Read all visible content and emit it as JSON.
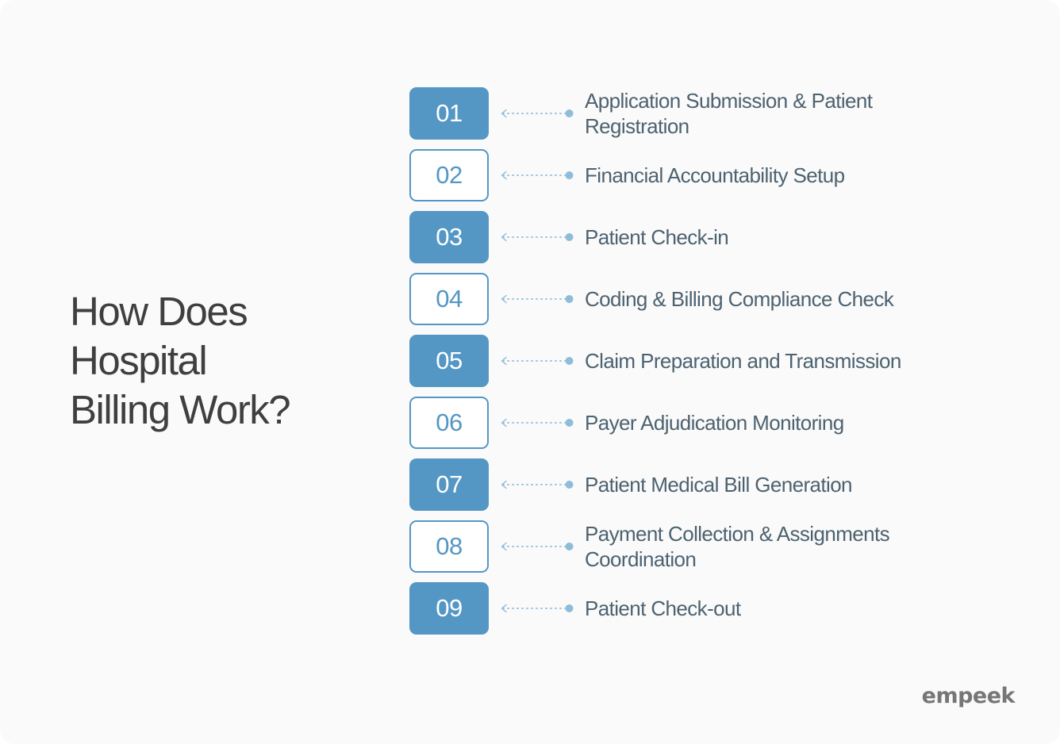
{
  "title": {
    "line1": "How Does",
    "line2": "Hospital",
    "line3": "Billing Work?"
  },
  "steps": [
    {
      "number": "01",
      "label": "Application Submission & Patient Registration",
      "style": "filled"
    },
    {
      "number": "02",
      "label": "Financial Accountability Setup",
      "style": "outline"
    },
    {
      "number": "03",
      "label": "Patient Check-in",
      "style": "filled"
    },
    {
      "number": "04",
      "label": "Coding & Billing Compliance Check",
      "style": "outline"
    },
    {
      "number": "05",
      "label": "Claim Preparation and Transmission",
      "style": "filled"
    },
    {
      "number": "06",
      "label": "Payer Adjudication Monitoring",
      "style": "outline"
    },
    {
      "number": "07",
      "label": "Patient Medical Bill Generation",
      "style": "filled"
    },
    {
      "number": "08",
      "label": "Payment Collection & Assignments Coordination",
      "style": "outline"
    },
    {
      "number": "09",
      "label": "Patient Check-out",
      "style": "filled"
    }
  ],
  "logo": "empeek",
  "colors": {
    "accent": "#5497c4",
    "connector": "#8fbcd9",
    "label_text": "#4d6270",
    "title_text": "#3f3f3f",
    "background": "#fafafa"
  }
}
